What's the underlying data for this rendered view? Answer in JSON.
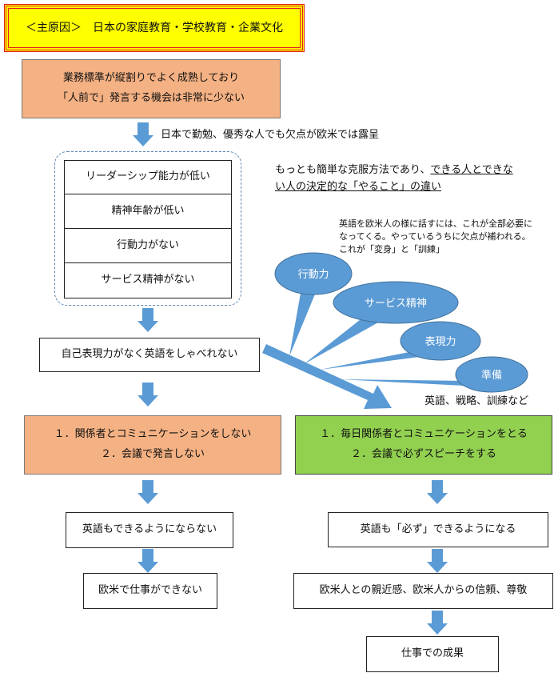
{
  "title": "＜主原因＞　日本の家庭教育・学校教育・企業文化",
  "top_box": {
    "line1": "業務標準が縦割りでよく成熟しており",
    "line2": "「人前で」発言する機会は非常に少ない"
  },
  "arrow_note": "日本で勤勉、優秀な人でも欠点が欧米では露呈",
  "deficits": [
    "リーダーシップ能力が低い",
    "精神年齢が低い",
    "行動力がない",
    "サービス精神がない"
  ],
  "center_box": "自己表現力がなく英語をしゃべれない",
  "note_main": {
    "line1_plain": "もっとも簡単な克服方法であり、",
    "line1_underlined": "できる人とできな",
    "line2_underlined": "い人の決定的な「やること」の違い"
  },
  "note_small": {
    "line1": "英語を欧米人の様に話すには、これが全部必要に",
    "line2": "なってくる。やっているうちに欠点が補われる。",
    "line3": "これが「変身」と「訓練」"
  },
  "bubbles": [
    "行動力",
    "サービス精神",
    "表現力",
    "準備"
  ],
  "bubble_note": "英語、戦略、訓練など",
  "left_flow": {
    "action_line1": "１．関係者とコミュニケーションをしない",
    "action_line2": "２．会議で発言しない",
    "result1": "英語もできるようにならない",
    "result2": "欧米で仕事ができない"
  },
  "right_flow": {
    "action_line1": "１．毎日関係者とコミュニケーションをとる",
    "action_line2": "２．会議で必ずスピーチをする",
    "result1": "英語も「必ず」できるようになる",
    "result2": "欧米人との親近感、欧米人からの信頼、尊敬",
    "result3": "仕事での成果"
  },
  "colors": {
    "title_bg": "#ffff00",
    "title_border": "#e02020",
    "salmon": "#f4b183",
    "green": "#92d050",
    "arrow_blue": "#5b9bd5",
    "bubble_blue": "#5b9bd5"
  }
}
